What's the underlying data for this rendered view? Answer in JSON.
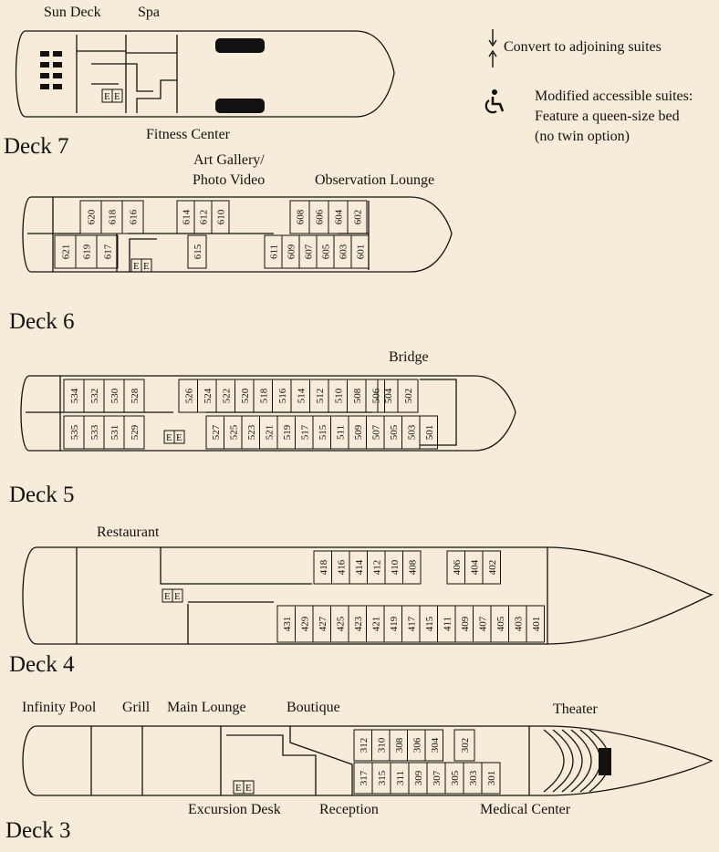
{
  "legend": {
    "adjoining": "Convert to adjoining suites",
    "accessible_line1": "Modified accessible suites:",
    "accessible_line2": "Feature a queen-size bed",
    "accessible_line3": "(no twin option)",
    "arrow_icon": "double-arrow-icon",
    "wheelchair_icon": "wheelchair-icon"
  },
  "deck7": {
    "name": "Deck 7",
    "labels": {
      "sun_deck": "Sun Deck",
      "spa": "Spa",
      "fitness": "Fitness Center"
    }
  },
  "deck6": {
    "name": "Deck 6",
    "labels": {
      "art1": "Art Gallery/",
      "art2": "Photo Video",
      "observation": "Observation Lounge"
    },
    "top_cabins": [
      "620",
      "618",
      "616",
      "614",
      "612",
      "610",
      "608",
      "606",
      "604",
      "602"
    ],
    "bottom_cabins": [
      "621",
      "619",
      "617",
      "615",
      "611",
      "609",
      "607",
      "605",
      "603",
      "601"
    ]
  },
  "deck5": {
    "name": "Deck 5",
    "labels": {
      "bridge": "Bridge"
    },
    "top_cabins": [
      "534",
      "532",
      "530",
      "528",
      "526",
      "524",
      "522",
      "520",
      "518",
      "516",
      "514",
      "512",
      "510",
      "508",
      "506",
      "504",
      "502"
    ],
    "bottom_cabins": [
      "535",
      "533",
      "531",
      "529",
      "527",
      "525",
      "523",
      "521",
      "519",
      "517",
      "515",
      "511",
      "509",
      "507",
      "505",
      "503",
      "501"
    ]
  },
  "deck4": {
    "name": "Deck 4",
    "labels": {
      "restaurant": "Restaurant"
    },
    "top_cabins": [
      "418",
      "416",
      "414",
      "412",
      "410",
      "408",
      "406",
      "404",
      "402"
    ],
    "bottom_cabins": [
      "431",
      "429",
      "427",
      "425",
      "423",
      "421",
      "419",
      "417",
      "415",
      "411",
      "409",
      "407",
      "405",
      "403",
      "401"
    ]
  },
  "deck3": {
    "name": "Deck 3",
    "labels": {
      "infinity_pool": "Infinity Pool",
      "grill": "Grill",
      "main_lounge": "Main Lounge",
      "boutique": "Boutique",
      "theater": "Theater",
      "excursion": "Excursion Desk",
      "reception": "Reception",
      "medical": "Medical Center"
    },
    "top_cabins": [
      "312",
      "310",
      "308",
      "306",
      "304",
      "302"
    ],
    "bottom_cabins": [
      "317",
      "315",
      "311",
      "309",
      "307",
      "305",
      "303",
      "301"
    ]
  },
  "elevator_label": "E"
}
